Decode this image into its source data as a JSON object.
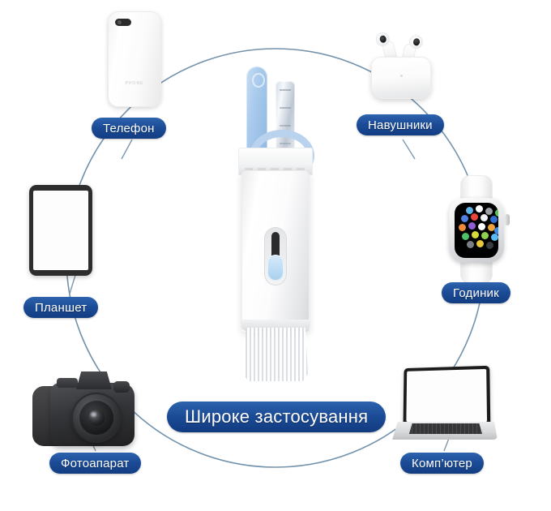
{
  "page": {
    "language": "uk",
    "background_color": "#ffffff",
    "accent_color": "#1b4a95",
    "arc_color": "#5b7f9e",
    "title_text": "Широке застосування"
  },
  "center": {
    "title_label": "Широке застосування",
    "product_name": "multi-tool-cleaning-kit",
    "parts": {
      "blue_tool": "blue-tweezer-tool",
      "silver_tool": "metal-brush-tool",
      "loop": "blue-loop-tool",
      "slider": "slider-switch",
      "brush": "soft-bristle-brush"
    }
  },
  "nodes": [
    {
      "id": "phone",
      "label": "Телефон",
      "icon": "smartphone-icon",
      "position": "top-center"
    },
    {
      "id": "headphones",
      "label": "Навушники",
      "icon": "earbuds-icon",
      "position": "top-right"
    },
    {
      "id": "watch",
      "label": "Годиник",
      "icon": "smartwatch-icon",
      "position": "right"
    },
    {
      "id": "computer",
      "label": "Комп’ютер",
      "icon": "laptop-icon",
      "position": "bottom-right"
    },
    {
      "id": "camera",
      "label": "Фотоапарат",
      "icon": "dslr-camera-icon",
      "position": "bottom-left"
    },
    {
      "id": "tablet",
      "label": "Планшет",
      "icon": "tablet-icon",
      "position": "left"
    }
  ],
  "watch_app_colors": [
    "#5fb3e8",
    "#ffffff",
    "#9aa0a6",
    "#4d7fe0",
    "#e8453c",
    "#f2f3f5",
    "#2f6fd0",
    "#5bc75b",
    "#f0893a",
    "#8f5fd0",
    "#ffffff",
    "#f0a33a",
    "#3e8ce8",
    "#4ec06a",
    "#d8d93a",
    "#8fd14f",
    "#59b9f0",
    "#7b7f85",
    "#e8c93a",
    "#3a3c40"
  ]
}
